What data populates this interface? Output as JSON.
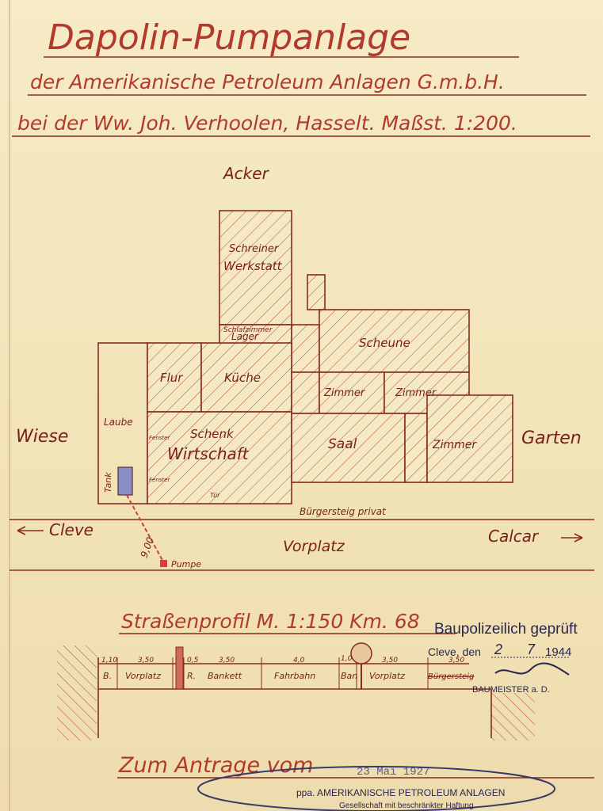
{
  "title": {
    "line1": "Dapolin-Pumpanlage",
    "line2": "der Amerikanische Petroleum Anlagen G.m.b.H.",
    "line3": "bei der Ww. Joh. Verhoolen, Hasselt. Maßst. 1:200."
  },
  "plan": {
    "acker": "Acker",
    "wiese": "Wiese",
    "garten": "Garten",
    "rooms": {
      "werkstatt_note": "Schreiner",
      "werkstatt": "Werkstatt",
      "lager_note": "Schlafzimmer",
      "lager": "Lager",
      "scheune": "Scheune",
      "flur": "Flur",
      "kueche": "Küche",
      "zimmer1": "Zimmer",
      "zimmer2": "Zimmer",
      "zimmer3": "Zimmer",
      "laube": "Laube",
      "wirtschaft_note": "Schenk",
      "wirtschaft": "Wirtschaft",
      "saal": "Saal",
      "tank": "Tank",
      "fenster1": "Fenster",
      "fenster2": "Fenster",
      "tuer": "Tür"
    },
    "buergersteig": "Bürgersteig privat",
    "cleve": "Cleve",
    "calcar": "Calcar",
    "vorplatz": "Vorplatz",
    "distance": "9,00",
    "pumpe": "Pumpe"
  },
  "profile": {
    "title": "Straßenprofil M. 1:150 Km. 68",
    "dims": [
      "1,10",
      "3,50",
      "0,5",
      "3,50",
      "4,0",
      "1,0",
      "3,50",
      "3,50"
    ],
    "labels": [
      "B.",
      "Vorplatz",
      "R.",
      "Bankett",
      "Fahrbahn",
      "Ban",
      "Vorplatz",
      "Bürgersteig"
    ]
  },
  "stamp": {
    "line1": "Baupolizeilich geprüft",
    "line2_prefix": "Cleve, den",
    "date_day": "2",
    "date_month": "7",
    "year": "1944",
    "line3": "BAUMEISTER a. D."
  },
  "footer": {
    "antrag": "Zum Antrage vom",
    "date_stamp": "23 Mai 1927",
    "company1": "ppa. AMERIKANISCHE PETROLEUM ANLAGEN",
    "company2": "Gesellschaft mit beschränkter Haftung"
  },
  "colors": {
    "ink": "#8a2a20",
    "title_ink": "#b23a2a",
    "stamp_ink": "#2a2550",
    "tank": "#8a8fc8",
    "paper": "#f3e6bd"
  }
}
